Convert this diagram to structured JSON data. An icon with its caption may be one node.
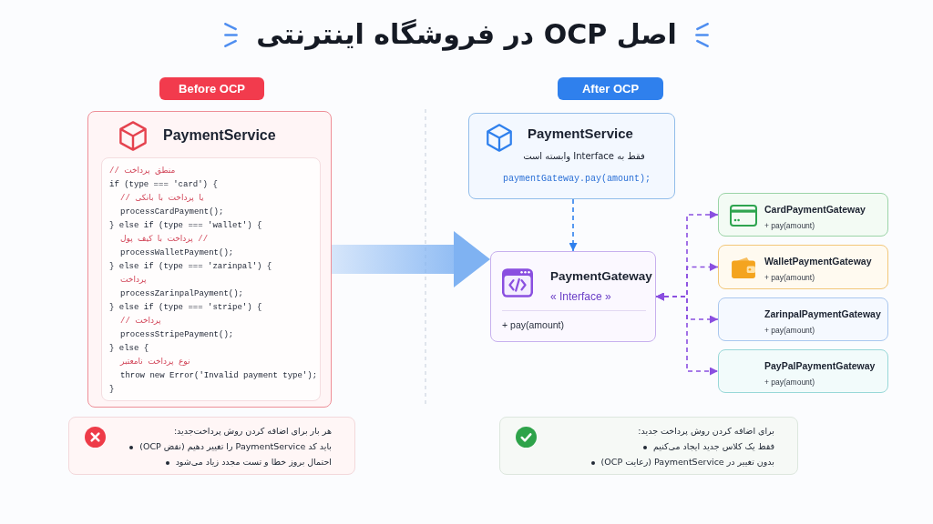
{
  "diagram": {
    "title": "اصل OCP در فروشگاه اینترنتی",
    "nodes": [
      {
        "text": [
          "Before OCP"
        ]
      },
      {
        "text": [
          "PaymentService"
        ]
      },
      {
        "text": [
          "// منطق پرداخت",
          "if (type === 'card') {",
          "// یا پرداخت با بانکی",
          "processCardPayment();",
          "} else if (type === 'wallet') {",
          "پرداخت با کیف پول //",
          "processWalletPayment();",
          "} else if (type === 'zarinpal') {",
          "پرداخت",
          "processZarinpalPayment();",
          "} else if (type === 'stripe') {",
          "// پرداخت",
          "processStripePayment();",
          "} else {",
          "نوع پرداخت نامعتبر",
          "throw new Error('Invalid payment type');",
          "}"
        ],
        "in": 1
      },
      {
        "text": [
          "After OCP"
        ]
      },
      {
        "text": [
          "PaymentService",
          "فقط به Interface وابسته است",
          "paymentGateway.pay(amount);"
        ]
      },
      {
        "text": [
          "PaymentGateway",
          "« Interface »",
          "+ pay(amount)"
        ]
      },
      {
        "text": [
          "CardPaymentGateway",
          "+ pay(amount)"
        ]
      },
      {
        "text": [
          "WalletPaymentGateway",
          "+ pay(amount)"
        ]
      },
      {
        "text": [
          "ZarinpalPaymentGateway",
          "+ pay(amount)"
        ]
      },
      {
        "text": [
          "PayPalPaymentGateway",
          "+ pay(amount)"
        ]
      },
      {
        "text": [
          "هر بار برای اضافه کردن روش پرداخت‌جدید:",
          "باید کد PaymentService را تغییر دهیم (نقض OCP)",
          "احتمال بروز خطا و تست مجدد زیاد می‌شود"
        ]
      },
      {
        "text": [
          "برای اضافه کردن روش پرداخت جدید:",
          "فقط یک کلاس جدید ایجاد می‌کنیم",
          "بدون تغییر در PaymentService (رعایت OCP)"
        ]
      }
    ],
    "edges": [
      {
        "from": 1,
        "to": 5,
        "arrow": "to",
        "style": "thick",
        "color": "#7fb2f2"
      },
      {
        "from": 4,
        "to": 5,
        "arrow": "to",
        "style": "dashed",
        "color": "#2f80ed"
      },
      {
        "from": 5,
        "to": 6,
        "arrow": "both",
        "style": "dashed"
      },
      {
        "from": 5,
        "to": 7,
        "arrow": "both",
        "style": "dashed"
      },
      {
        "from": 5,
        "to": 8,
        "arrow": "both",
        "style": "dashed"
      },
      {
        "from": 5,
        "to": 9,
        "arrow": "both",
        "style": "dashed"
      }
    ]
  }
}
